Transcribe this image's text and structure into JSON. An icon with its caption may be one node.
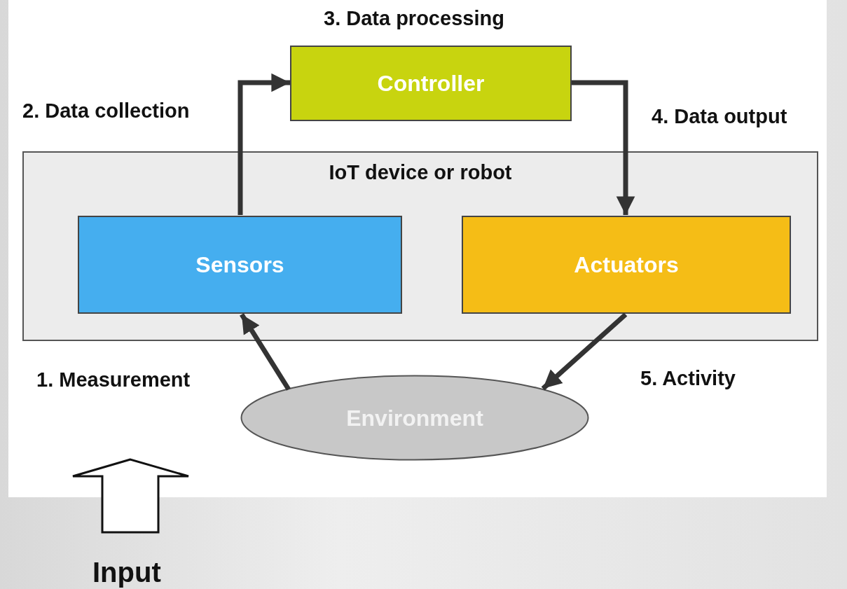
{
  "diagram": {
    "nodes": [
      {
        "text": [
          "IoT device or robot"
        ]
      },
      {
        "text": [
          "Sensors"
        ],
        "in": 0
      },
      {
        "text": [
          "Actuators"
        ],
        "in": 0
      },
      {
        "text": [
          "Controller"
        ]
      },
      {
        "text": [
          "Environment"
        ]
      }
    ],
    "edges": [
      {
        "from": 1,
        "to": 3,
        "arrow": "to"
      },
      {
        "from": 3,
        "to": 2,
        "arrow": "to"
      },
      {
        "from": 4,
        "to": 1,
        "arrow": "to"
      },
      {
        "from": 2,
        "to": 4,
        "arrow": "to"
      }
    ],
    "labels": [
      "3. Data processing",
      "2. Data collection",
      "4. Data output",
      "1. Measurement",
      "5. Activity",
      "Input"
    ]
  }
}
